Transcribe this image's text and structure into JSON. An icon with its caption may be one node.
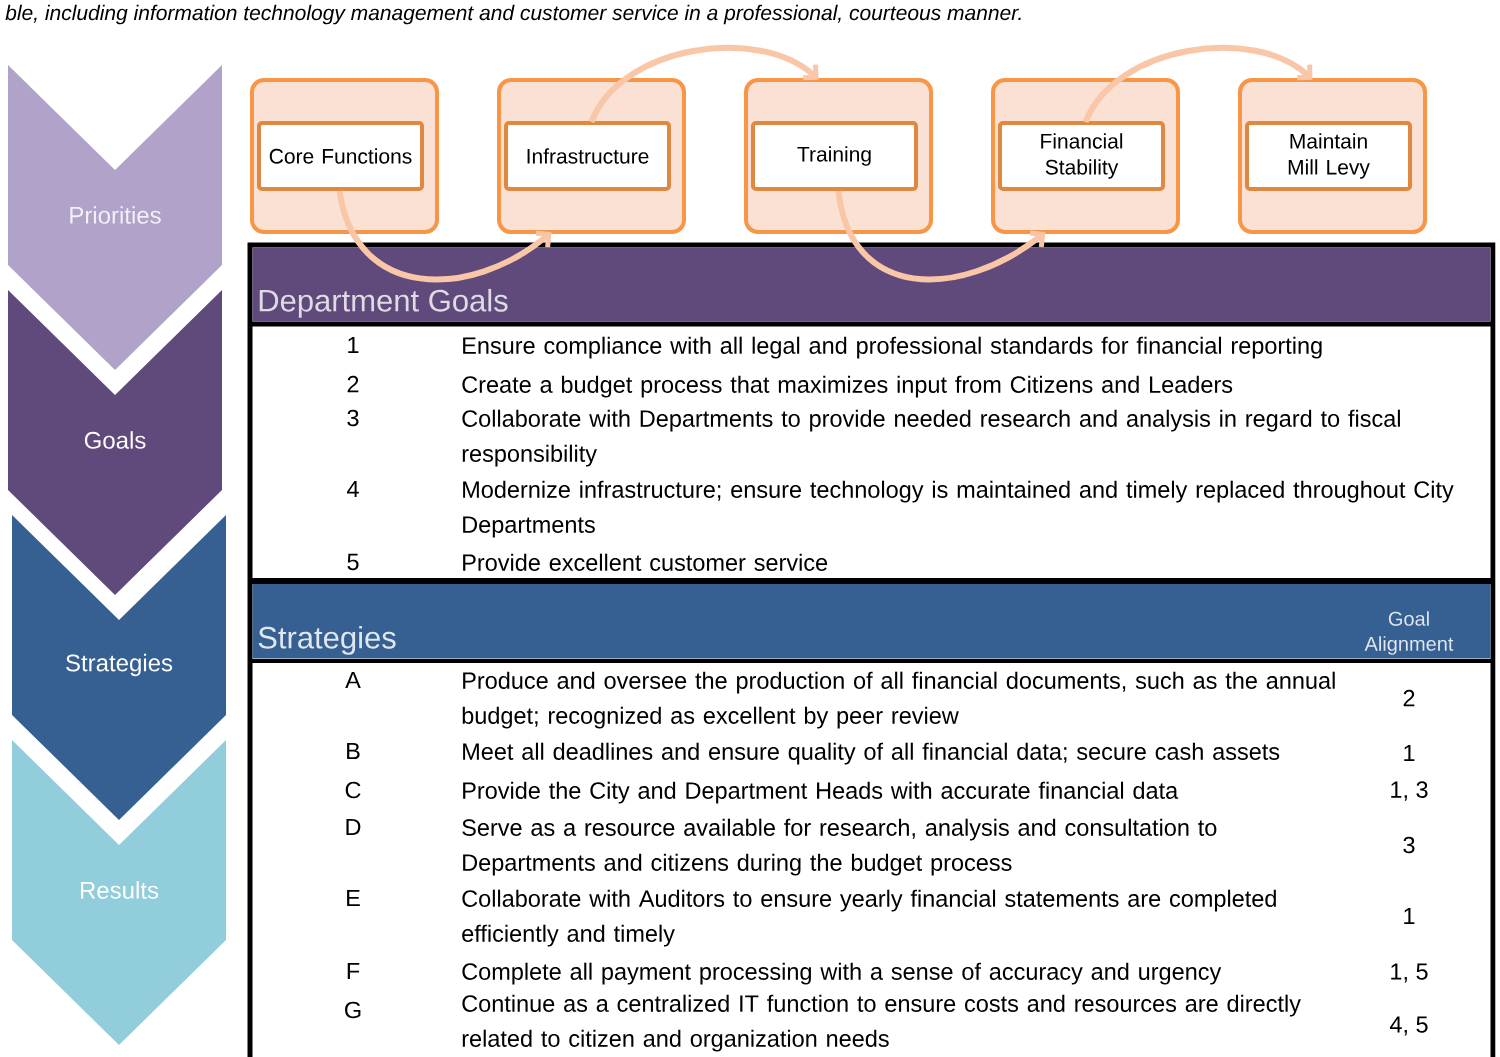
{
  "diagram": {
    "nodes": [
      {
        "text": [
          "Priorities"
        ]
      },
      {
        "text": [
          "Goals"
        ]
      },
      {
        "text": [
          "Strategies"
        ]
      },
      {
        "text": [
          "Results"
        ]
      },
      {
        "text": [
          "Core Functions"
        ]
      },
      {
        "text": [
          "Infrastructure"
        ]
      },
      {
        "text": [
          "Training"
        ]
      },
      {
        "text": [
          "Financial Stability"
        ]
      },
      {
        "text": [
          "Maintain Mill Levy"
        ]
      },
      {
        "text": [
          "Department Goals"
        ]
      },
      {
        "text": [
          "Strategies",
          "Goal Alignment"
        ]
      }
    ],
    "edges": [
      {
        "from": 4,
        "to": 5,
        "arrow": "to"
      },
      {
        "from": 5,
        "to": 6,
        "arrow": "to"
      },
      {
        "from": 6,
        "to": 7,
        "arrow": "to"
      },
      {
        "from": 7,
        "to": 8,
        "arrow": "to"
      }
    ],
    "labels": [
      "ble, including information technology management and customer service in a professional, courteous manner.",
      "1",
      "Ensure compliance with all legal and professional standards for financial reporting",
      "2",
      "Create a budget process that maximizes input from Citizens and Leaders",
      "3",
      "Collaborate with Departments to provide needed research and analysis in regard to fiscal responsibility",
      "4",
      "Modernize infrastructure; ensure technology is maintained and timely replaced throughout City Departments",
      "5",
      "Provide excellent customer service",
      "A",
      "Produce and oversee the production of all financial documents, such as the annual budget; recognized as excellent by peer review",
      "2",
      "B",
      "Meet all deadlines and ensure quality of all financial data; secure cash assets",
      "1",
      "C",
      "Provide the City and Department Heads with accurate financial data",
      "1, 3",
      "D",
      "Serve as a resource available for research, analysis and consultation to Departments and citizens during the budget process",
      "3",
      "E",
      "Collaborate with Auditors to ensure yearly financial statements are completed efficiently and timely",
      "1",
      "F",
      "Complete all payment processing with a sense of accuracy and urgency",
      "1, 5",
      "G",
      "Continue as a centralized IT function to ensure costs and resources are directly related to citizen and organization needs",
      "4, 5"
    ]
  }
}
